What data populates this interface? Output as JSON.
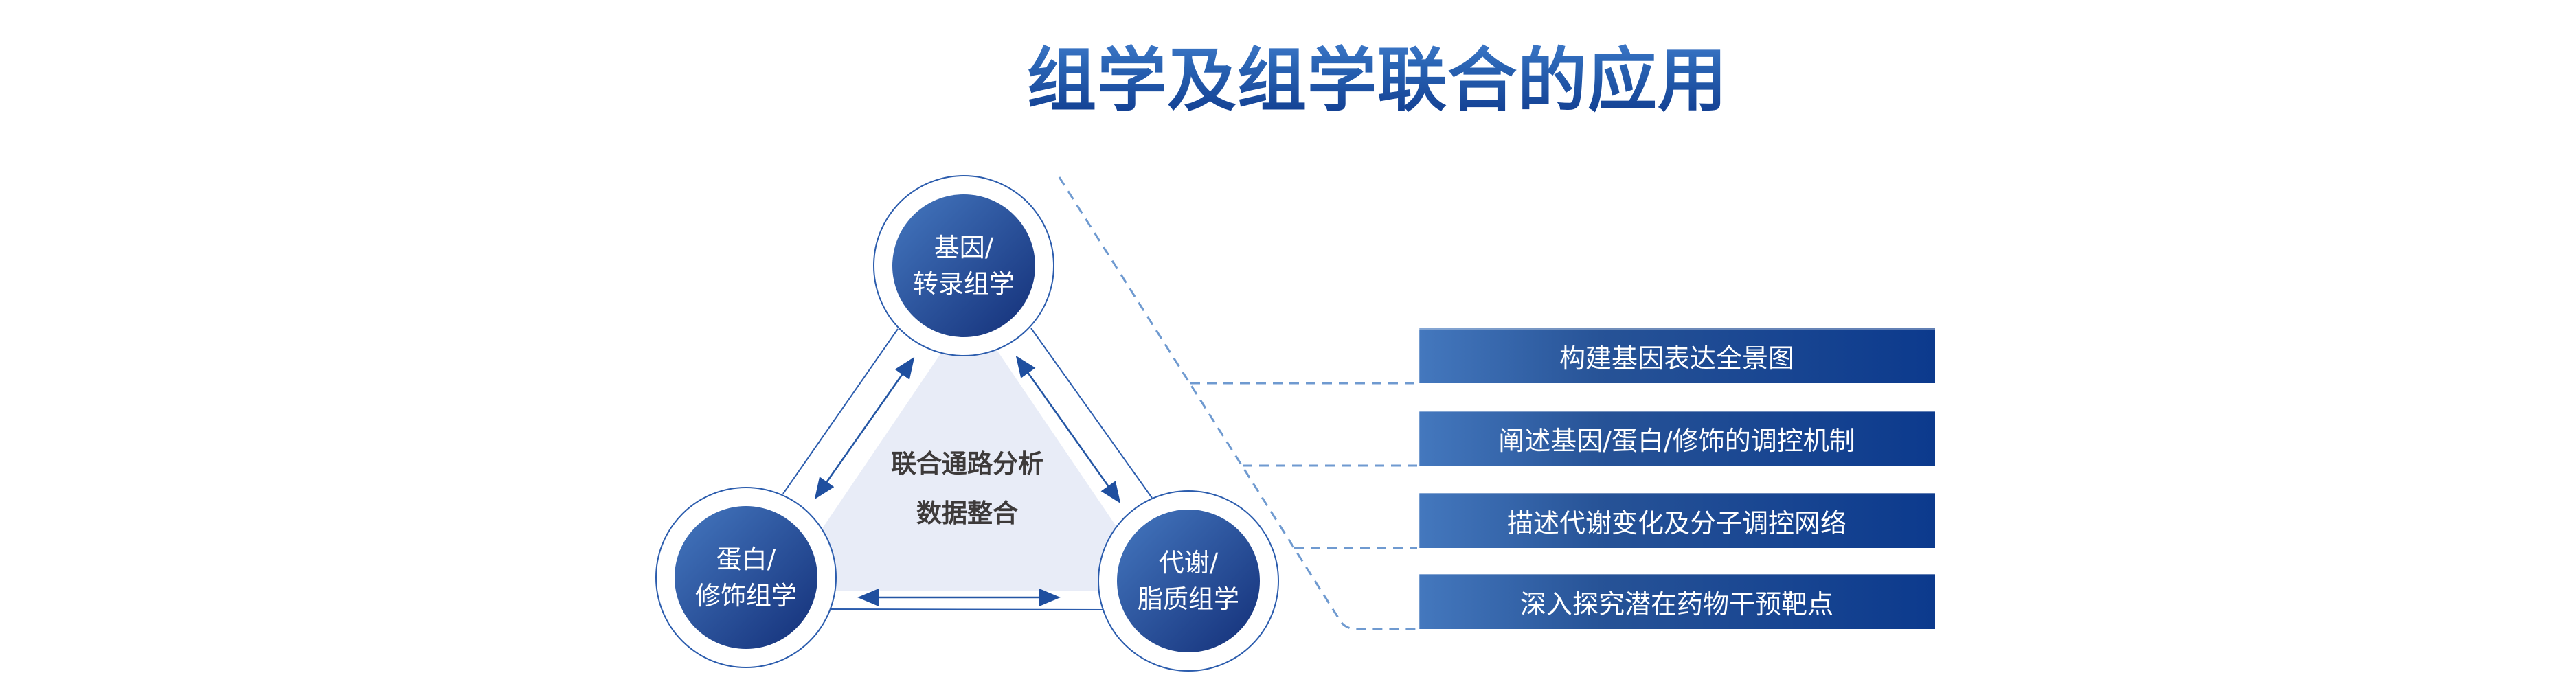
{
  "title": "组学及组学联合的应用",
  "diagram": {
    "nodes": [
      {
        "id": "gene-transcriptomics",
        "label_line1": "基因/",
        "label_line2": "转录组学"
      },
      {
        "id": "protein-modification-omics",
        "label_line1": "蛋白/",
        "label_line2": "修饰组学"
      },
      {
        "id": "metabolism-lipidomics",
        "label_line1": "代谢/",
        "label_line2": "脂质组学"
      }
    ],
    "center": {
      "line1": "联合通路分析",
      "line2": "数据整合"
    },
    "icons": [
      "bidirectional-arrow-icon",
      "dashed-connector-line"
    ]
  },
  "applications": [
    "构建基因表达全景图",
    "阐述基因/蛋白/修饰的调控机制",
    "描述代谢变化及分子调控网络",
    "深入探究潜在药物干预靶点"
  ],
  "colors": {
    "title_gradient_top": "#4b86d6",
    "title_gradient_bottom": "#123f92",
    "circle_gradient_light": "#4173bb",
    "circle_gradient_dark": "#14307a",
    "ring_stroke": "#2b5cad",
    "arrow": "#1f4f9f",
    "center_triangle_fill": "#e8ecf7",
    "dashed_line": "#6f9ad0",
    "bar_gradient_left": "#4478be",
    "bar_gradient_right": "#0c3a8d",
    "center_text": "#3d3a3a",
    "node_text": "#ffffff",
    "bar_text": "#ffffff"
  }
}
